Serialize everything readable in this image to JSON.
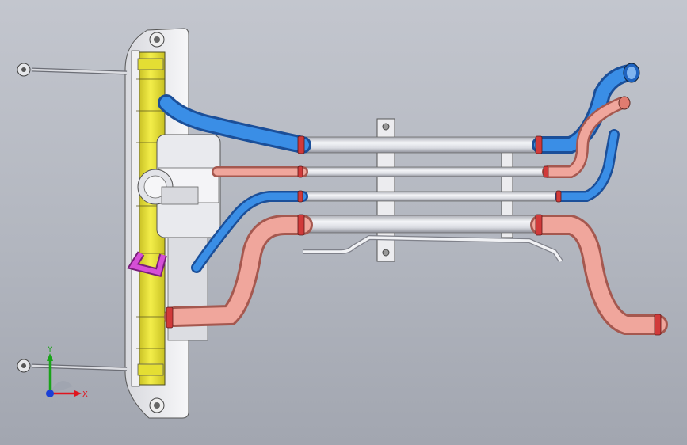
{
  "window": {
    "title": ""
  },
  "triad": {
    "x_label": "X",
    "y_label": "Y",
    "x_color": "#e0141e",
    "y_color": "#19a319",
    "z_color": "#1a3fd6"
  },
  "colors": {
    "background": "#b8bcc5",
    "housing_yellow": "#ece633",
    "pipe_blue": "#2f7fd6",
    "pipe_salmon": "#e98f86",
    "pipe_magenta": "#cc44cc",
    "tube_grey": "#e6e7ec"
  },
  "model": {
    "name": "",
    "parts": [
      "bracket-frame",
      "yellow-housing",
      "filter-canister",
      "cooling-hoses",
      "straight-tubes",
      "mounting-bracket",
      "side-rods"
    ]
  }
}
